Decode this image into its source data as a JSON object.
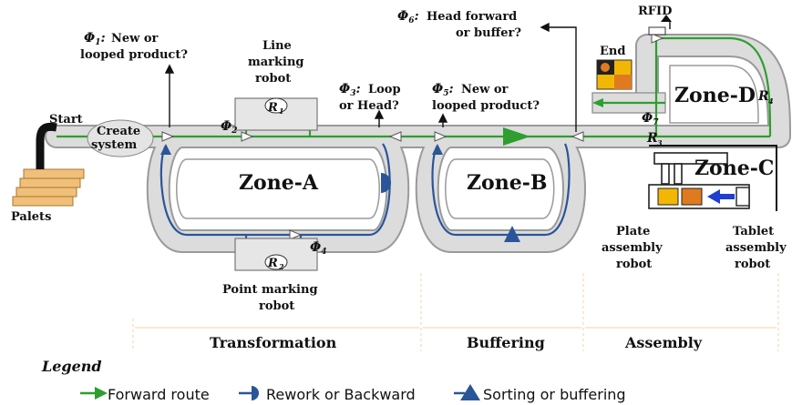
{
  "labels": {
    "start": "Start",
    "create_system": [
      "Create",
      "system"
    ],
    "palets": "Palets",
    "phi1": [
      "New or",
      "looped product?"
    ],
    "phi2": "",
    "phi3": [
      "Loop",
      "or Head?"
    ],
    "phi4": "",
    "phi5": "New or",
    "phi5_line2": "looped product?",
    "phi6": "Head forward",
    "phi6_line2": "or buffer?",
    "phi7": "",
    "line_marking_robot": [
      "Line",
      "marking",
      "robot"
    ],
    "point_marking_robot": [
      "Point marking",
      "robot"
    ],
    "plate_assembly_robot": [
      "Plate",
      "assembly",
      "robot"
    ],
    "tablet_assembly_robot": [
      "Tablet",
      "assembly",
      "robot"
    ],
    "rfid": "RFID",
    "end": "End",
    "r1": "R",
    "r2": "R",
    "r3": "R",
    "r4": "R"
  },
  "zones": {
    "a": "Zone-A",
    "b": "Zone-B",
    "c": "Zone-C",
    "d": "Zone-D"
  },
  "phases": {
    "transformation": "Transformation",
    "buffering": "Buffering",
    "assembly": "Assembly"
  },
  "legend": {
    "title": "Legend",
    "forward": "Forward route",
    "rework": "Rework or Backward",
    "sorting": "Sorting or buffering"
  },
  "colors": {
    "forward": "#2e9e2e",
    "rework": "#2a5599",
    "conveyor_fill": "#dcdcdc",
    "conveyor_edge": "#9a9a9a",
    "phase_guide": "#f5d9b8"
  }
}
